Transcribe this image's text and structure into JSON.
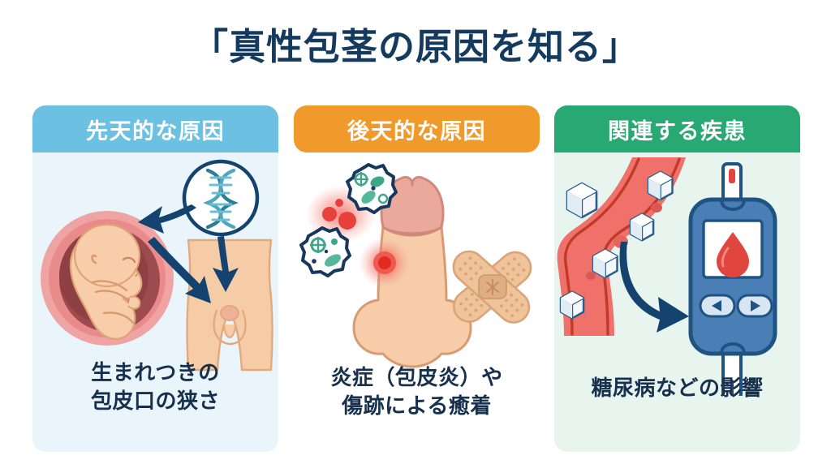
{
  "page": {
    "title": "「真性包茎の原因を知る」",
    "background_color": "#FFFFFF",
    "title_color": "#143A5E"
  },
  "cards": [
    {
      "id": "congenital",
      "header_label": "先天的な原因",
      "header_color": "#6CC0E2",
      "body_color": "#EAF4FB",
      "caption_line_1": "生まれつきの",
      "caption_line_2": "包皮口の狭さ",
      "caption_color": "#16304E",
      "illustration": {
        "name": "fetus-dna-anatomy-illustration",
        "elements": [
          "fetus-in-womb-icon",
          "dna-helix-icon",
          "lower-body-anatomy-icon",
          "arrow-dna-to-womb",
          "arrow-dna-to-body",
          "arrow-womb-to-body"
        ],
        "colors": {
          "womb_outer": "#E98B8B",
          "womb_inner": "#9E4B4F",
          "fetus_skin": "#F7CDAA",
          "dna_strand": "#3E9BB5",
          "arrow": "#13436E",
          "skin": "#F6CCA6"
        }
      }
    },
    {
      "id": "acquired",
      "header_label": "後天的な原因",
      "header_color": "#F09A2B",
      "body_color": "#FFFFFF",
      "caption_line_1": "炎症（包皮炎）や",
      "caption_line_2": "傷跡による癒着",
      "caption_color": "#16304E",
      "illustration": {
        "name": "inflammation-bacteria-bandage-illustration",
        "elements": [
          "bacteria-icon-upper",
          "bacteria-icon-lower",
          "inflammation-glow",
          "penis-anatomy-icon",
          "crossed-bandage-icon"
        ],
        "colors": {
          "bacteria_outline": "#17375E",
          "bacteria_body": "#3FA68A",
          "inflammation": "#E8403A",
          "skin": "#F7CDA9",
          "glans": "#EAA99B",
          "bandage": "#F0C49A"
        }
      }
    },
    {
      "id": "related-diseases",
      "header_label": "関連する疾患",
      "header_color": "#28A872",
      "body_color": "#E8F5EE",
      "caption_line_1": "糖尿病などの影響",
      "caption_line_2": "",
      "caption_color": "#16304E",
      "illustration": {
        "name": "blood-vessel-glucometer-illustration",
        "elements": [
          "blood-vessel-icon",
          "sugar-cube-icon",
          "arrow-vessel-to-meter",
          "glucose-meter-icon",
          "blood-drop-icon",
          "test-strip-icon"
        ],
        "colors": {
          "vessel": "#F0706A",
          "vessel_line": "#C0392B",
          "sugar_cube": "#F4F8FB",
          "meter_body": "#4A7FB5",
          "meter_outline": "#1F5383",
          "blood_drop": "#E0453E",
          "arrow": "#13436E"
        }
      }
    }
  ]
}
